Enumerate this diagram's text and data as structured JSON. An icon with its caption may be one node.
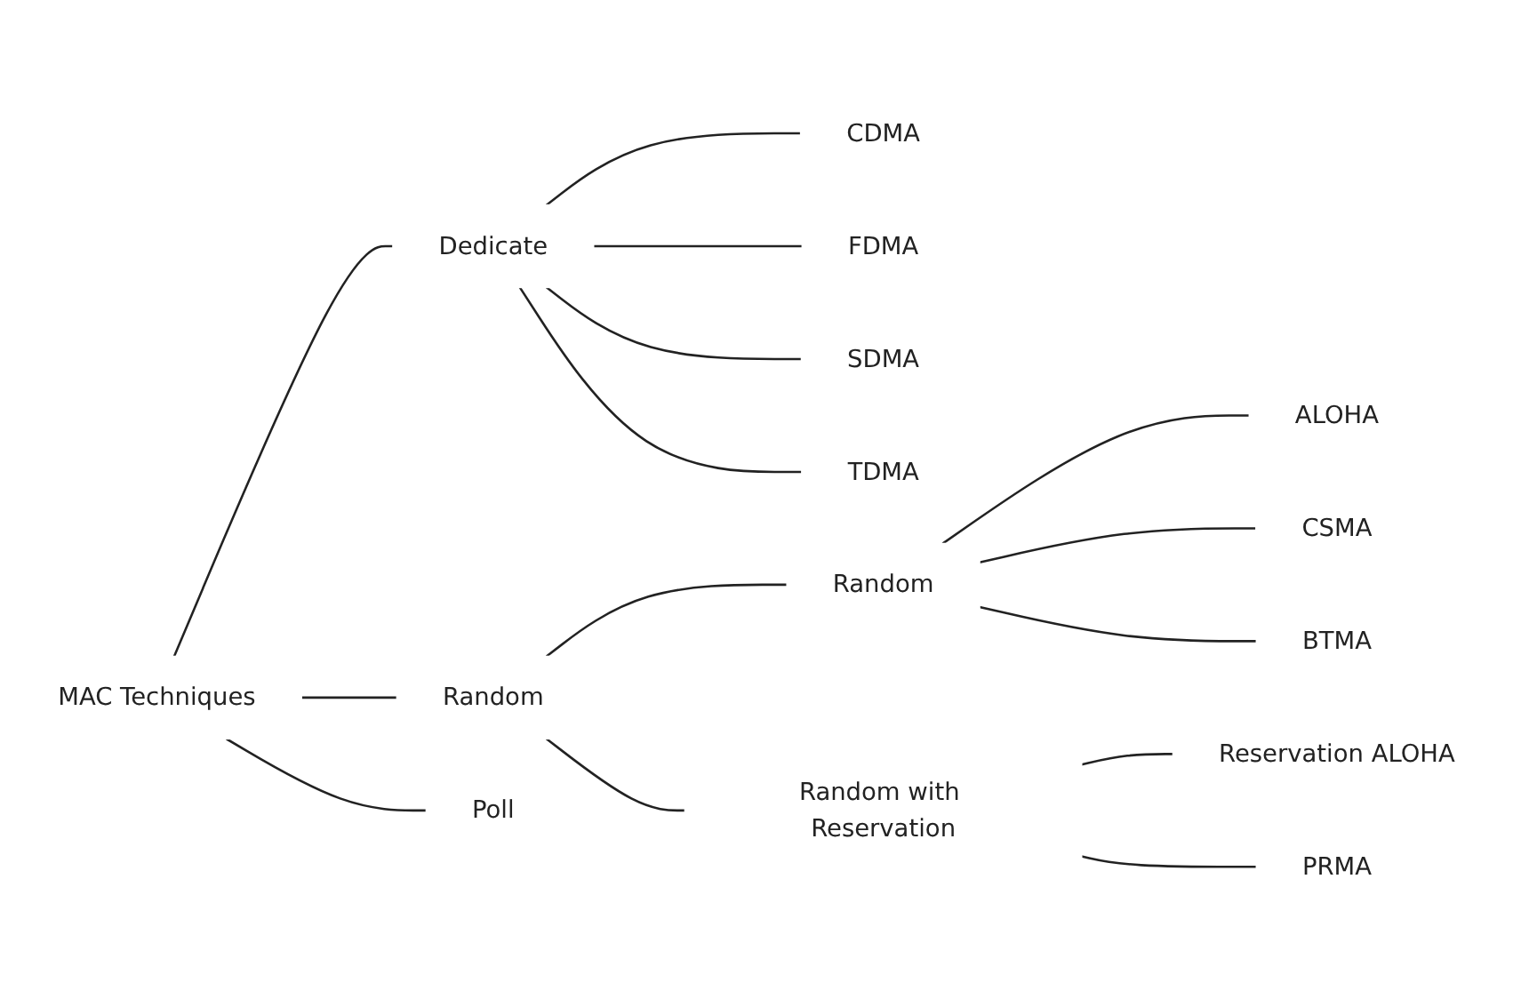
{
  "diagram": {
    "nodes": [
      {
        "text": [
          "MAC Techniques"
        ]
      },
      {
        "text": [
          "Dedicate"
        ]
      },
      {
        "text": [
          "Random"
        ]
      },
      {
        "text": [
          "Poll"
        ]
      },
      {
        "text": [
          "CDMA"
        ]
      },
      {
        "text": [
          "FDMA"
        ]
      },
      {
        "text": [
          "SDMA"
        ]
      },
      {
        "text": [
          "TDMA"
        ]
      },
      {
        "text": [
          "Random"
        ]
      },
      {
        "text": [
          "Random with Reservation"
        ]
      },
      {
        "text": [
          "ALOHA"
        ]
      },
      {
        "text": [
          "CSMA"
        ]
      },
      {
        "text": [
          "BTMA"
        ]
      },
      {
        "text": [
          "Reservation ALOHA"
        ]
      },
      {
        "text": [
          "PRMA"
        ]
      }
    ],
    "edges": [
      {
        "from": 0,
        "to": 1,
        "arrow": "none"
      },
      {
        "from": 0,
        "to": 2,
        "arrow": "none"
      },
      {
        "from": 0,
        "to": 3,
        "arrow": "none"
      },
      {
        "from": 1,
        "to": 4,
        "arrow": "none"
      },
      {
        "from": 1,
        "to": 5,
        "arrow": "none"
      },
      {
        "from": 1,
        "to": 6,
        "arrow": "none"
      },
      {
        "from": 1,
        "to": 7,
        "arrow": "none"
      },
      {
        "from": 2,
        "to": 8,
        "arrow": "none"
      },
      {
        "from": 2,
        "to": 9,
        "arrow": "none"
      },
      {
        "from": 8,
        "to": 10,
        "arrow": "none"
      },
      {
        "from": 8,
        "to": 11,
        "arrow": "none"
      },
      {
        "from": 8,
        "to": 12,
        "arrow": "none"
      },
      {
        "from": 9,
        "to": 13,
        "arrow": "none"
      },
      {
        "from": 9,
        "to": 14,
        "arrow": "none"
      }
    ]
  }
}
